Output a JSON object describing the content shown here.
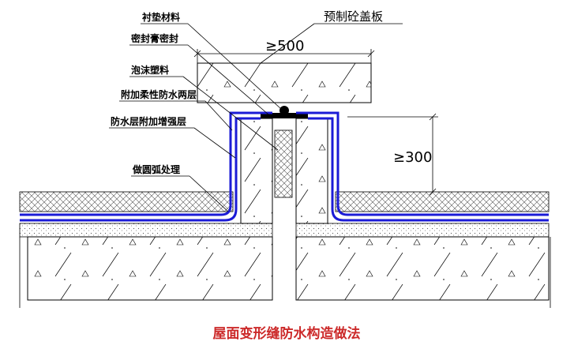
{
  "labels": {
    "liner_material": "衬垫材料",
    "sealant": "密封膏密封",
    "foam_plastic": "泡沫塑料",
    "extra_flexible_layers": "附加柔性防水两层",
    "reinforcement_layer": "防水层附加增强层",
    "rounded_corner": "做圆弧处理"
  },
  "cover_slab_label": "预制砼盖板",
  "dim_cover_width": "≥500",
  "dim_upstand_height": "≥300",
  "caption": "屋面变形缝防水构造做法",
  "colors": {
    "membrane": "#1b1bd6",
    "caption": "#cc2a2a",
    "line": "#000000"
  }
}
